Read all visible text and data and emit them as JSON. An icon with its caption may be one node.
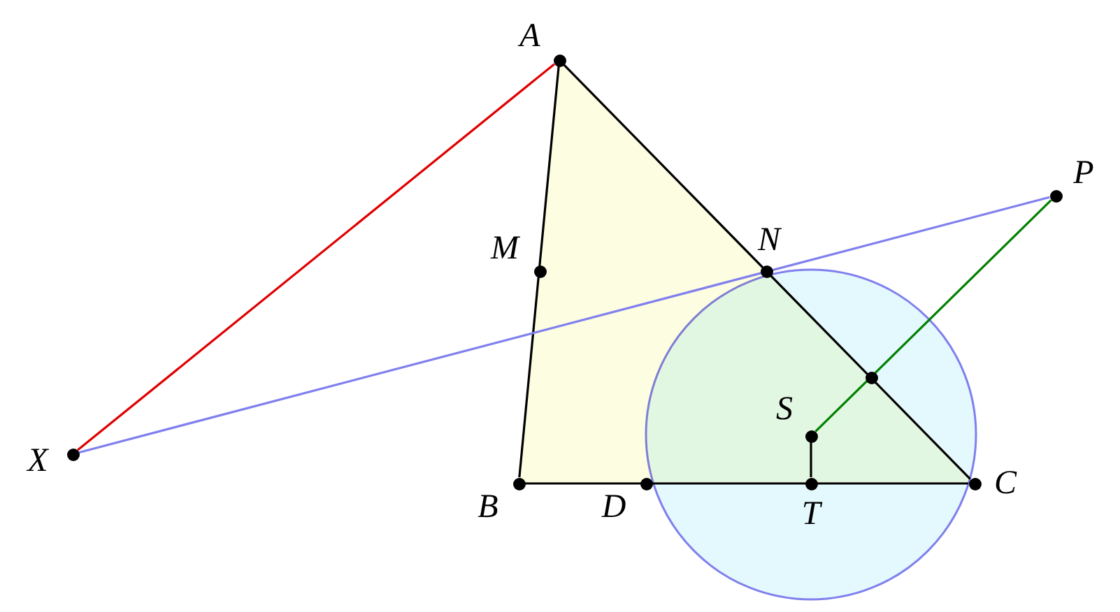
{
  "diagram": {
    "nodes": [
      {
        "text": [
          "A"
        ]
      },
      {
        "text": [
          "B"
        ]
      },
      {
        "text": [
          "C"
        ]
      },
      {
        "text": [
          "D"
        ]
      },
      {
        "text": [
          "T"
        ]
      },
      {
        "text": [
          "S"
        ]
      },
      {
        "text": [
          "N"
        ]
      },
      {
        "text": [
          "M"
        ]
      },
      {
        "text": [
          "P"
        ]
      },
      {
        "text": [
          "X"
        ]
      },
      {
        "text": [],
        "shape": "circle"
      }
    ],
    "edges": [
      {
        "from": 0,
        "to": 1,
        "arrow": "none"
      },
      {
        "from": 1,
        "to": 2,
        "arrow": "none"
      },
      {
        "from": 2,
        "to": 0,
        "arrow": "none"
      },
      {
        "from": 9,
        "to": 0,
        "arrow": "none",
        "color": "#e00000"
      },
      {
        "from": 9,
        "to": 8,
        "arrow": "none",
        "color": "#8080ee"
      },
      {
        "from": 5,
        "to": 8,
        "arrow": "none",
        "color": "#008000"
      },
      {
        "from": 5,
        "to": 4,
        "arrow": "none"
      }
    ]
  }
}
